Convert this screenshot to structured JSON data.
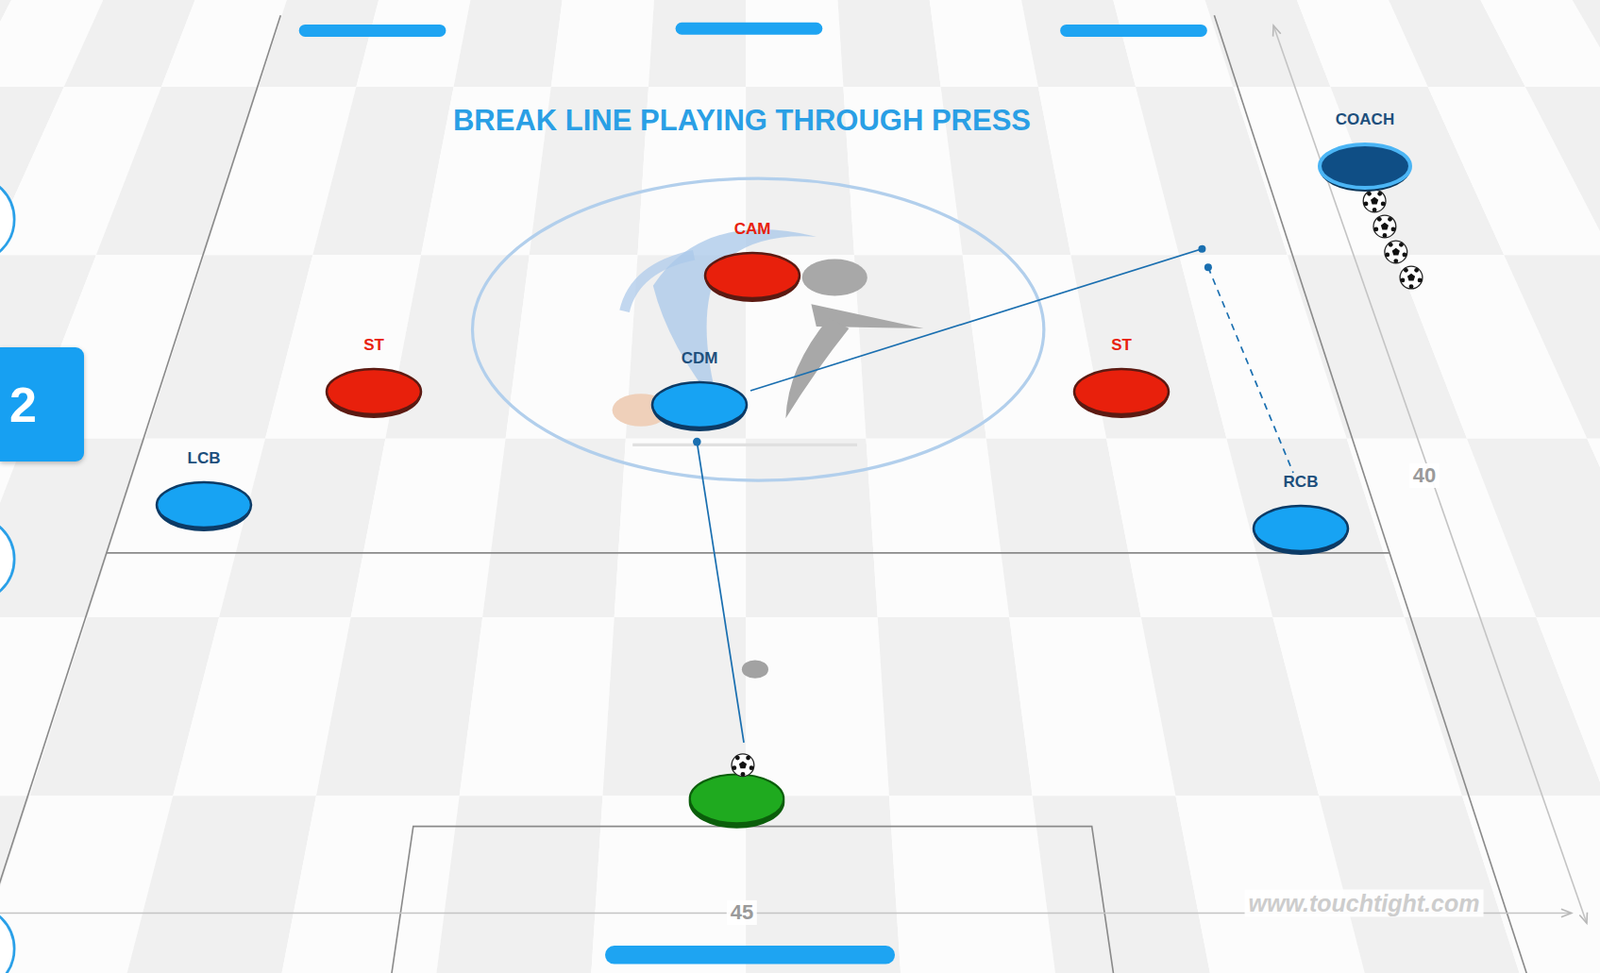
{
  "diagram": {
    "title": "BREAK LINE PLAYING THROUGH PRESS",
    "nodes": [
      {
        "text": [
          "COACH"
        ]
      },
      {
        "text": [
          "CAM"
        ]
      },
      {
        "text": [
          "2"
        ]
      },
      {
        "text": [
          "ST"
        ]
      },
      {
        "text": [
          "ST"
        ]
      },
      {
        "text": [
          "CDM"
        ]
      },
      {
        "text": [
          "LCB"
        ]
      },
      {
        "text": [
          "RCB"
        ]
      }
    ],
    "edges": [
      {
        "from": 5,
        "to": 7,
        "arrow": "none"
      }
    ],
    "labels": [
      "40",
      "45",
      "www.touchtight.com"
    ]
  }
}
